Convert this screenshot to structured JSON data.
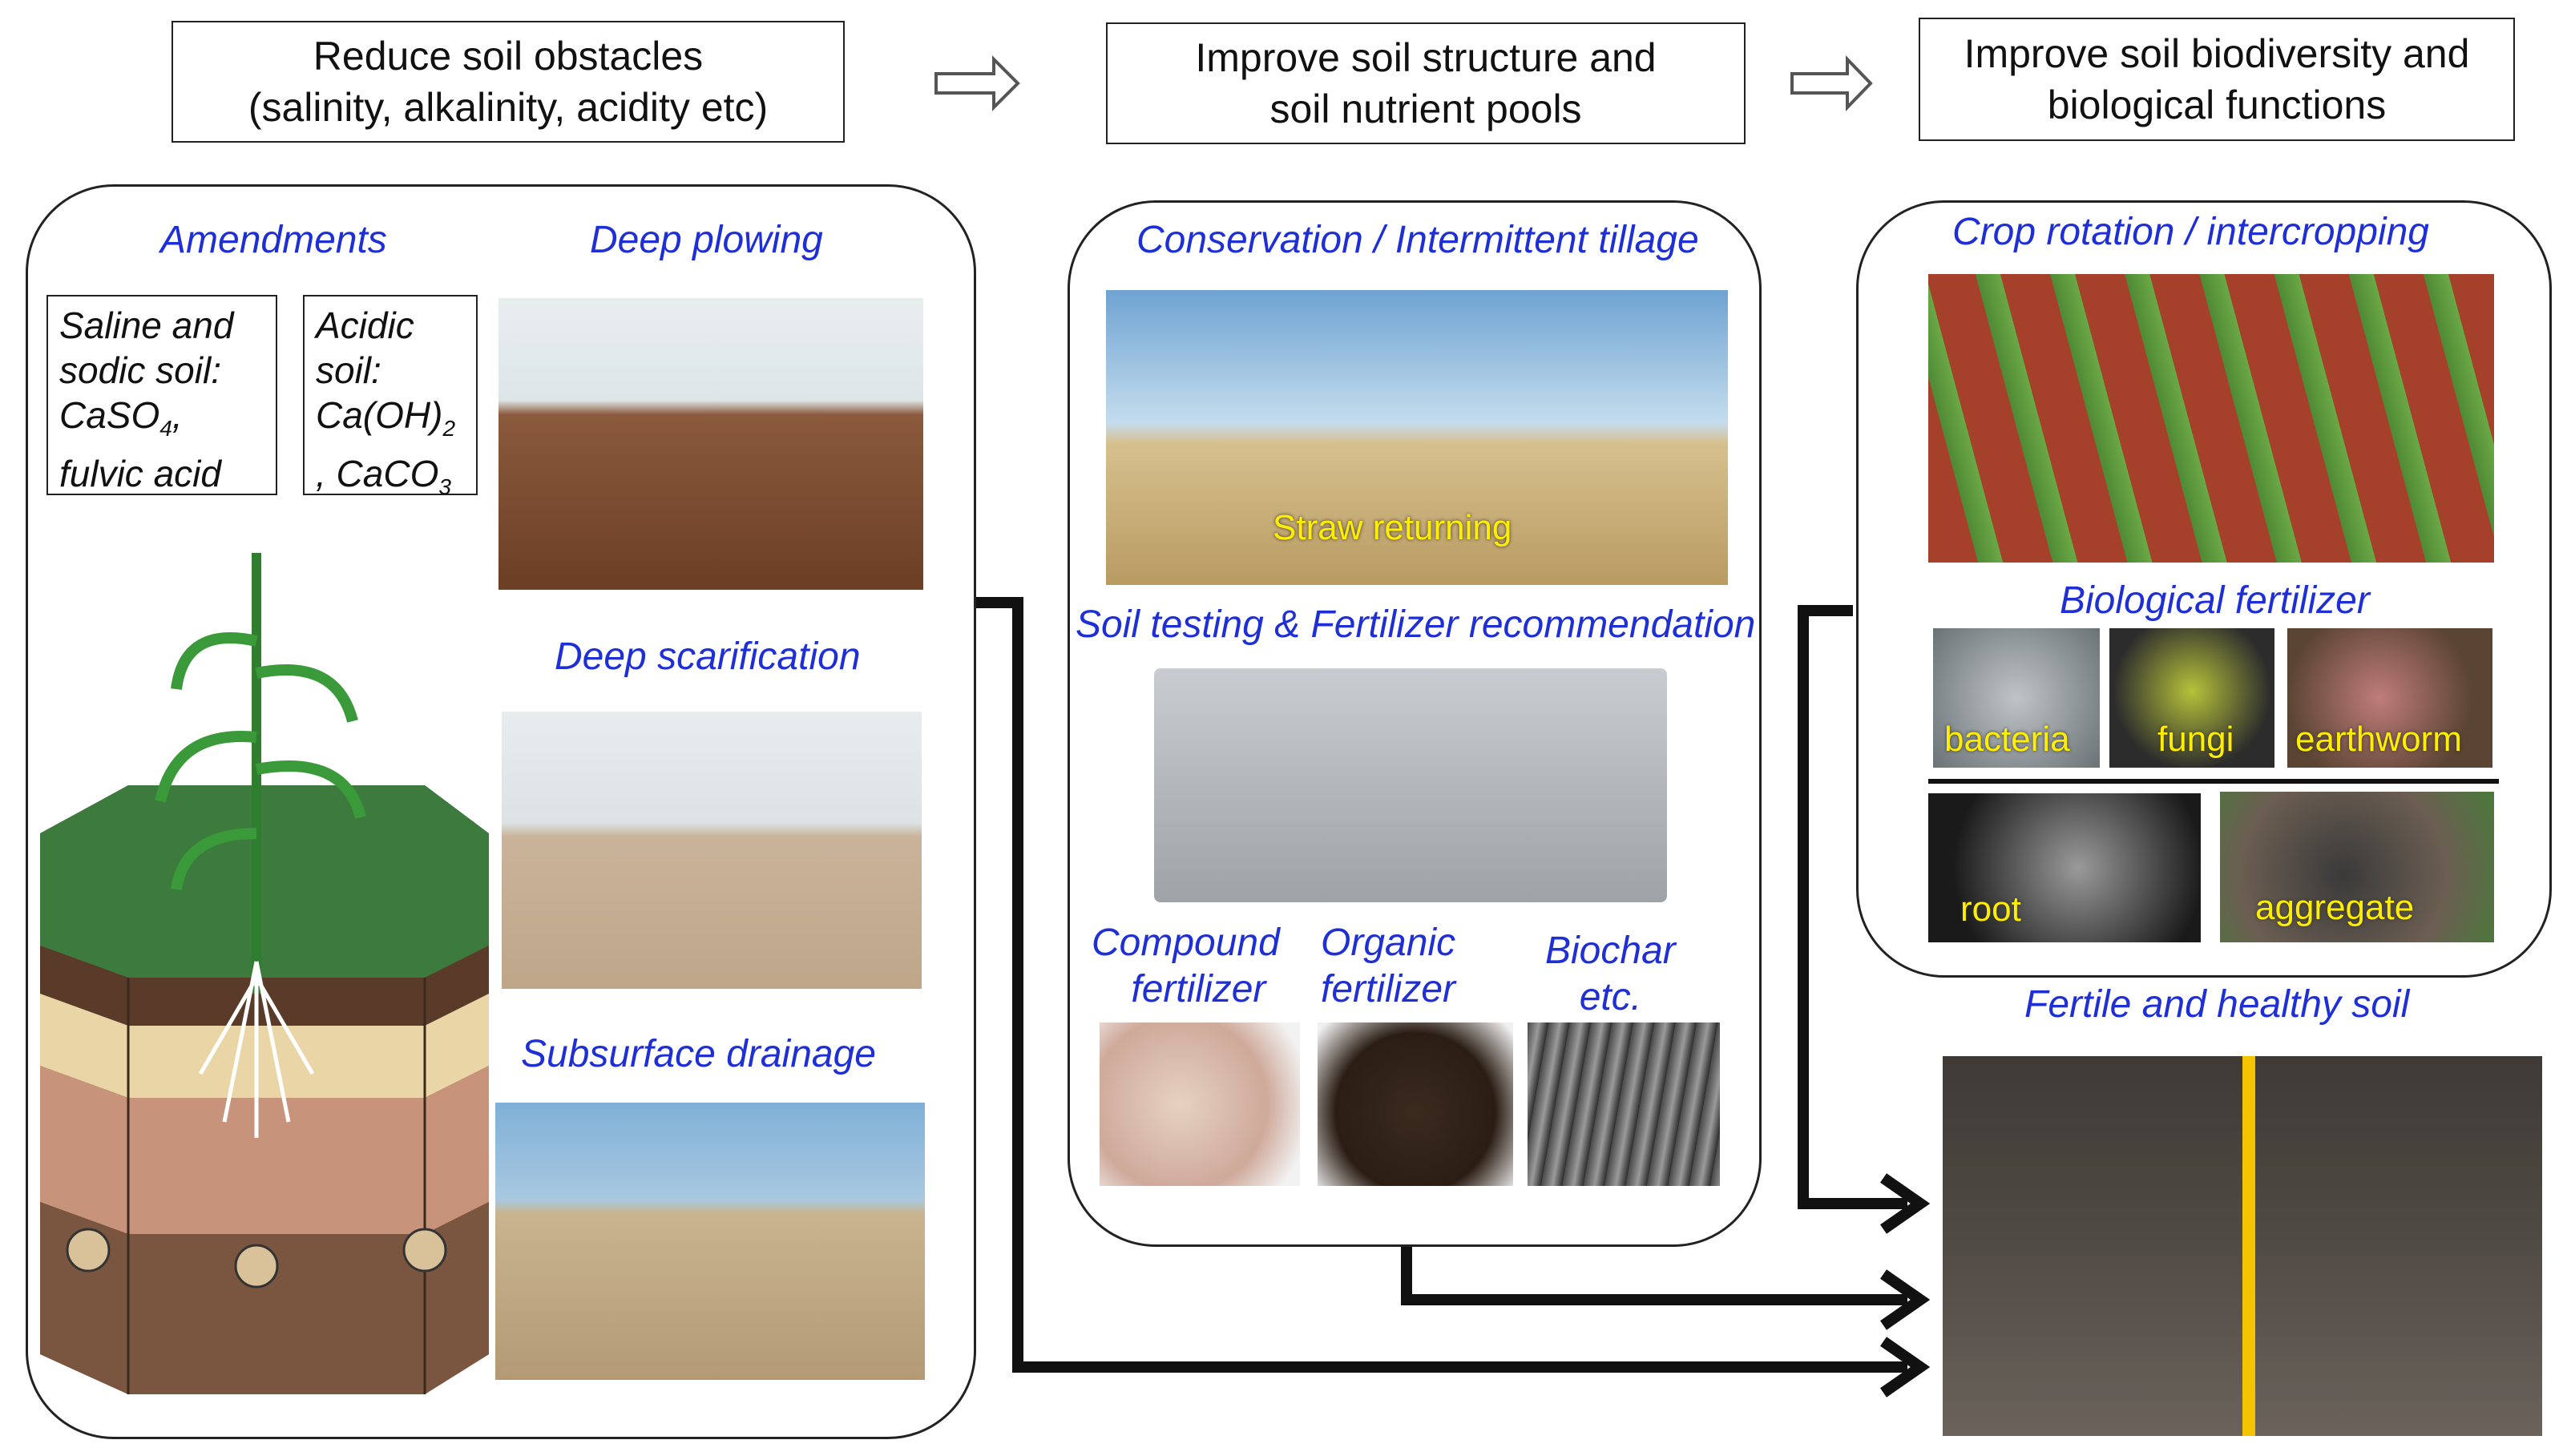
{
  "top": {
    "box1": {
      "line1": "Reduce soil obstacles",
      "line2": "(salinity, alkalinity, acidity etc)"
    },
    "box2": {
      "line1": "Improve soil structure and",
      "line2": "soil nutrient pools"
    },
    "box3": {
      "line1": "Improve soil biodiversity and",
      "line2": "biological functions"
    }
  },
  "left": {
    "amendments": "Amendments",
    "deep_plowing": "Deep plowing",
    "saline": {
      "l1": "Saline and",
      "l2": "sodic soil:",
      "l3": "CaSO",
      "l3sub": "4",
      "l3tail": ",",
      "l4": "fulvic acid"
    },
    "acidic": {
      "l1": "Acidic",
      "l2": "soil:",
      "l3": "Ca(OH)",
      "l3sub": "2",
      "l4": ", CaCO",
      "l4sub": "3"
    },
    "deep_scarification": "Deep scarification",
    "subsurface_drainage": "Subsurface drainage"
  },
  "middle": {
    "tillage": "Conservation / Intermittent tillage",
    "straw": "Straw returning",
    "soil_testing": "Soil testing & Fertilizer recommendation",
    "compound": {
      "l1": "Compound",
      "l2": "fertilizer"
    },
    "organic": {
      "l1": "Organic",
      "l2": "fertilizer"
    },
    "biochar": {
      "l1": "Biochar",
      "l2": "etc."
    }
  },
  "right": {
    "crop_rotation": "Crop rotation / intercropping",
    "bio_fertilizer": "Biological fertilizer",
    "bacteria": "bacteria",
    "fungi": "fungi",
    "earthworm": "earthworm",
    "root": "root",
    "aggregate": "aggregate",
    "fertile": "Fertile and healthy soil"
  },
  "colors": {
    "label_blue": "#1f2fd6",
    "photo_caption": "#ffee00"
  }
}
